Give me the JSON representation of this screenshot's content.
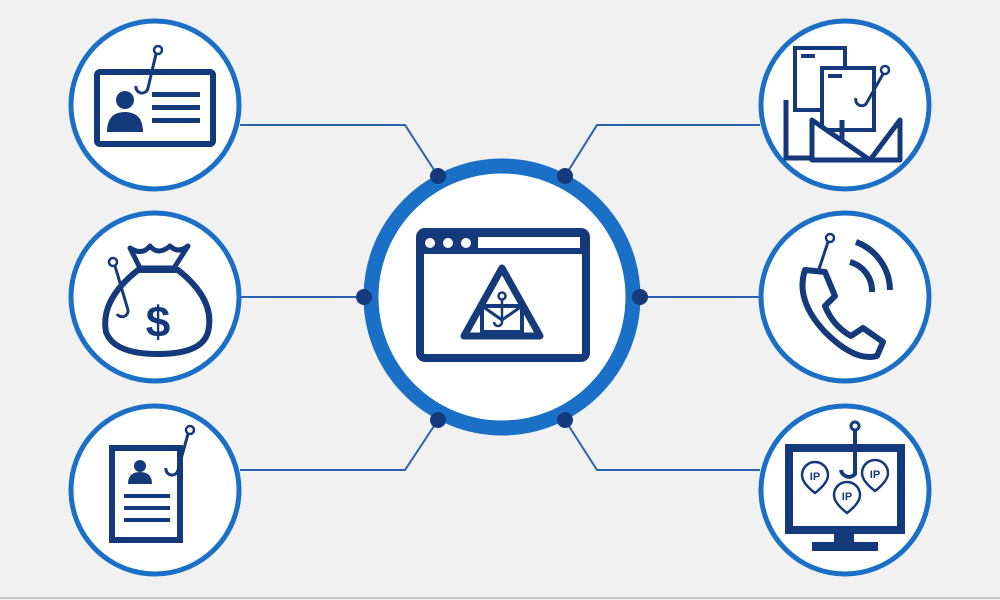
{
  "colors": {
    "background": "#f1f1f2",
    "ring": "#1a6fc6",
    "icon": "#143a7c",
    "connector": "#2a62ad"
  },
  "center": {
    "icon": "browser-phishing-warning-icon"
  },
  "nodes": [
    {
      "side": "left",
      "icon": "id-card-hook-icon"
    },
    {
      "side": "left",
      "icon": "money-bag-hook-icon"
    },
    {
      "side": "left",
      "icon": "resume-hook-icon"
    },
    {
      "side": "right",
      "icon": "email-documents-hook-icon"
    },
    {
      "side": "right",
      "icon": "phone-hook-icon"
    },
    {
      "side": "right",
      "icon": "monitor-ip-hook-icon"
    }
  ],
  "ip_labels": [
    "IP",
    "IP",
    "IP"
  ]
}
